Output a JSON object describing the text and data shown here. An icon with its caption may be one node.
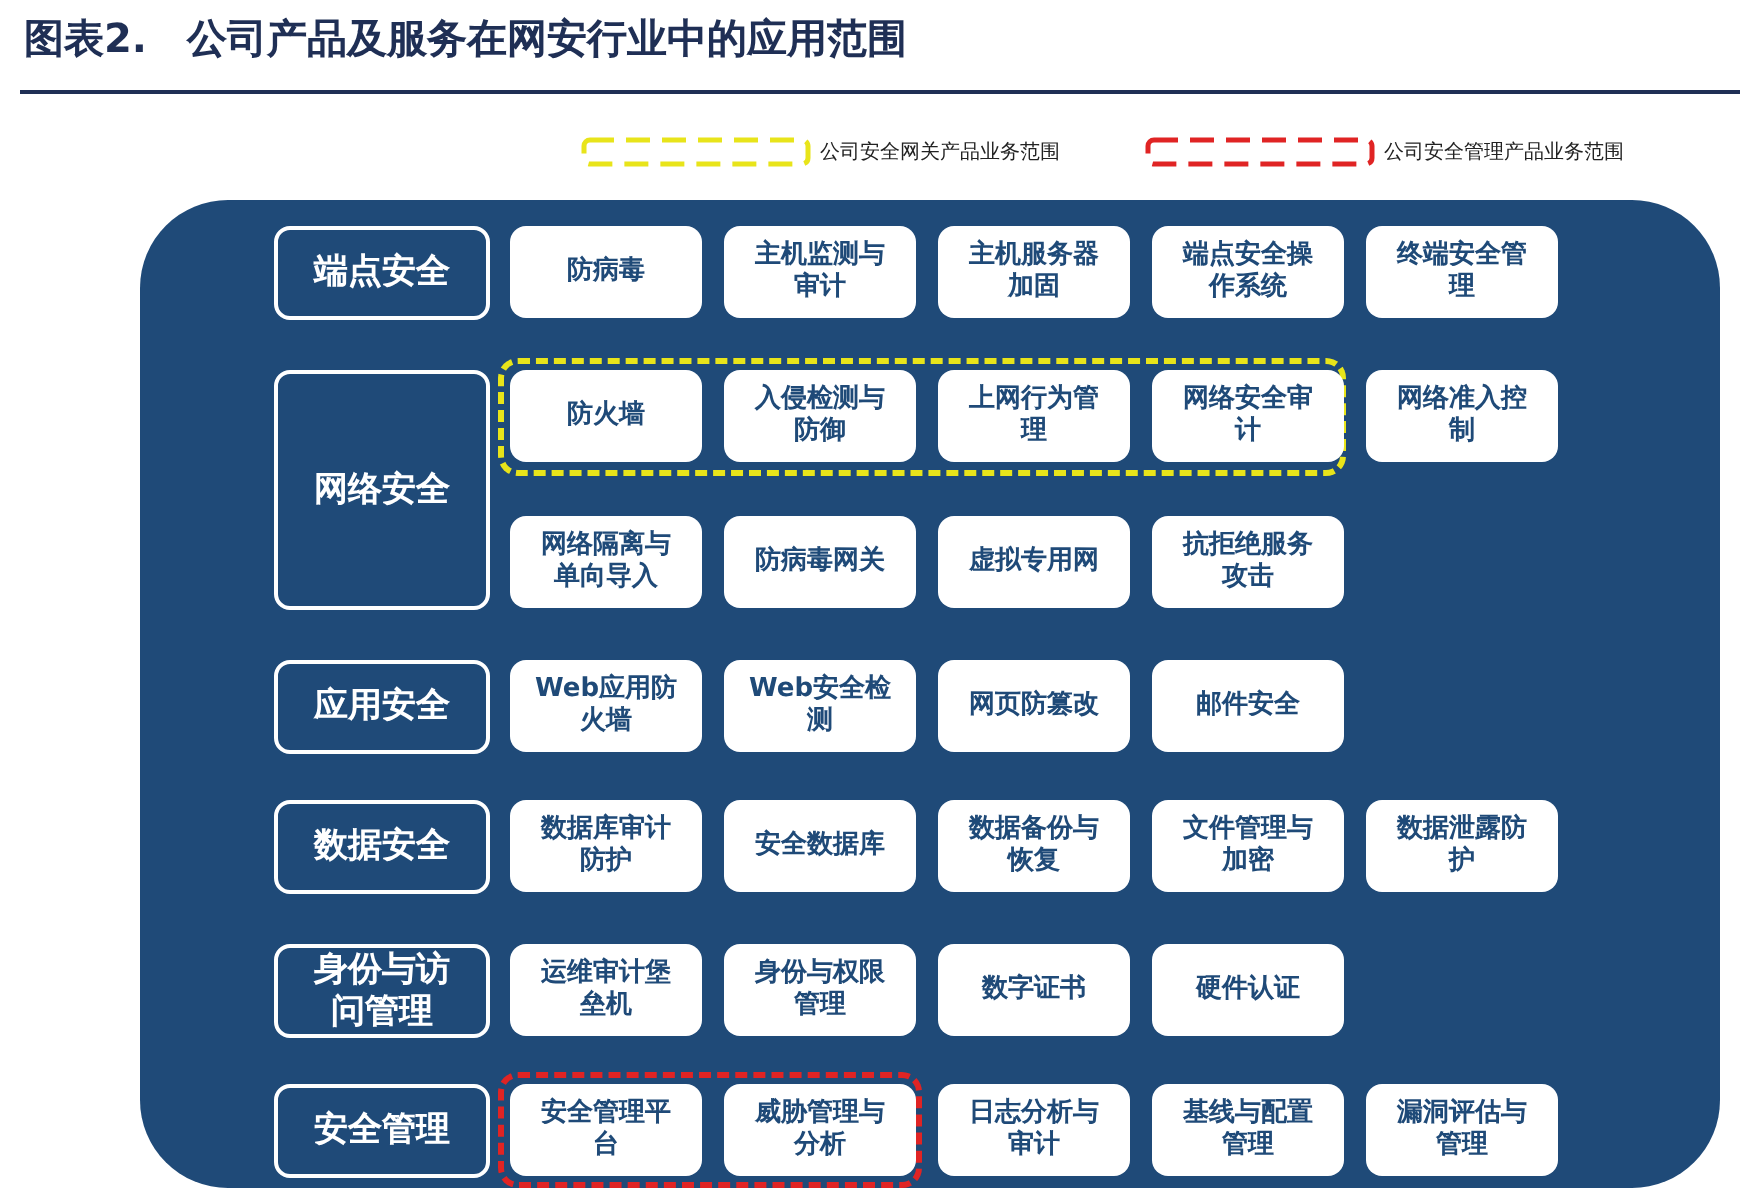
{
  "diagram": {
    "title": "图表2.　公司产品及服务在网安行业中的应用范围",
    "nodes": [
      {
        "text": [],
        "shape": "box"
      },
      {
        "text": [
          "端点安全"
        ],
        "in": 0
      },
      {
        "text": [
          "防病毒"
        ],
        "in": 0
      },
      {
        "text": [
          "主机监测与审计"
        ],
        "in": 0
      },
      {
        "text": [
          "主机服务器加固"
        ],
        "in": 0
      },
      {
        "text": [
          "端点安全操作系统"
        ],
        "in": 0
      },
      {
        "text": [
          "终端安全管理"
        ],
        "in": 0
      },
      {
        "text": [
          "网络安全"
        ],
        "in": 0
      },
      {
        "text": [],
        "shape": "box",
        "in": 0
      },
      {
        "text": [
          "防火墙"
        ],
        "in": 8
      },
      {
        "text": [
          "入侵检测与防御"
        ],
        "in": 8
      },
      {
        "text": [
          "上网行为管理"
        ],
        "in": 8
      },
      {
        "text": [
          "网络安全审计"
        ],
        "in": 8
      },
      {
        "text": [
          "网络准入控制"
        ],
        "in": 0
      },
      {
        "text": [
          "网络隔离与单向导入"
        ],
        "in": 0
      },
      {
        "text": [
          "防病毒网关"
        ],
        "in": 0
      },
      {
        "text": [
          "虚拟专用网"
        ],
        "in": 0
      },
      {
        "text": [
          "抗拒绝服务攻击"
        ],
        "in": 0
      },
      {
        "text": [
          "应用安全"
        ],
        "in": 0
      },
      {
        "text": [
          "Web应用防火墙"
        ],
        "in": 0
      },
      {
        "text": [
          "Web安全检测"
        ],
        "in": 0
      },
      {
        "text": [
          "网页防篡改"
        ],
        "in": 0
      },
      {
        "text": [
          "邮件安全"
        ],
        "in": 0
      },
      {
        "text": [
          "数据安全"
        ],
        "in": 0
      },
      {
        "text": [
          "数据库审计防护"
        ],
        "in": 0
      },
      {
        "text": [
          "安全数据库"
        ],
        "in": 0
      },
      {
        "text": [
          "数据备份与恢复"
        ],
        "in": 0
      },
      {
        "text": [
          "文件管理与加密"
        ],
        "in": 0
      },
      {
        "text": [
          "数据泄露防护"
        ],
        "in": 0
      },
      {
        "text": [
          "身份与访问管理"
        ],
        "in": 0
      },
      {
        "text": [
          "运维审计堡垒机"
        ],
        "in": 0
      },
      {
        "text": [
          "身份与权限管理"
        ],
        "in": 0
      },
      {
        "text": [
          "数字证书"
        ],
        "in": 0
      },
      {
        "text": [
          "硬件认证"
        ],
        "in": 0
      },
      {
        "text": [
          "安全管理"
        ],
        "in": 0
      },
      {
        "text": [],
        "shape": "box",
        "in": 0
      },
      {
        "text": [
          "安全管理平台"
        ],
        "in": 35
      },
      {
        "text": [
          "威胁管理与分析"
        ],
        "in": 35
      },
      {
        "text": [
          "日志分析与审计"
        ],
        "in": 0
      },
      {
        "text": [
          "基线与配置管理"
        ],
        "in": 0
      },
      {
        "text": [
          "漏洞评估与管理"
        ],
        "in": 0
      }
    ],
    "legend": [
      {
        "text": "公司安全网关产品业务范围"
      },
      {
        "text": "公司安全管理产品业务范围"
      }
    ]
  }
}
